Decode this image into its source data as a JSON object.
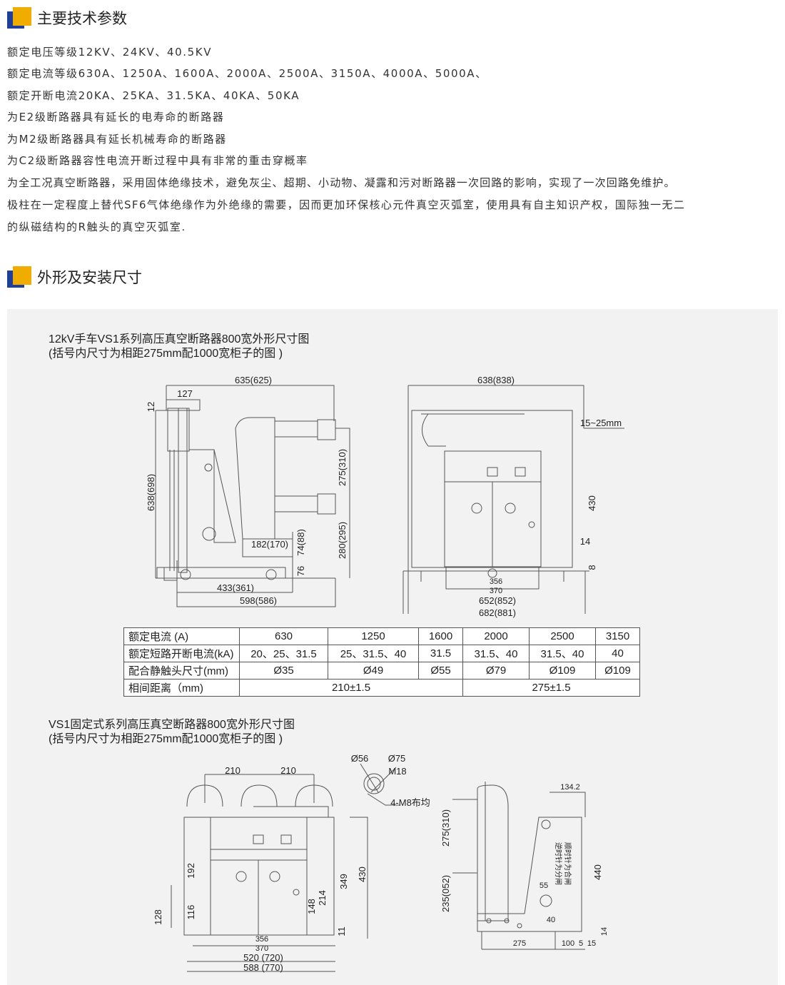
{
  "section1": {
    "title": "主要技术参数",
    "lines": [
      "额定电压等级12KV、24KV、40.5KV",
      "额定电流等级630A、1250A、1600A、2000A、2500A、3150A、4000A、5000A、",
      "额定开断电流20KA、25KA、31.5KA、40KA、50KA",
      "为E2级断路器具有延长的电寿命的断路器",
      "为M2级断路器具有延长机械寿命的断路器",
      "为C2级断路器容性电流开断过程中具有非常的重击穿概率",
      "为全工况真空断路器，采用固体绝缘技术，避免灰尘、超期、小动物、凝露和污对断路器一次回路的影响，实现了一次回路免维护。",
      "极柱在一定程度上替代SF6气体绝缘作为外绝缘的需要，因而更加环保核心元件真空灭弧室，使用具有自主知识产权，国际独一无二",
      "的纵磁结构的R触头的真空灭弧室."
    ]
  },
  "section2": {
    "title": "外形及安装尺寸"
  },
  "drawing1": {
    "caption1": "12kV手车VS1系列高压真空断路器800宽外形尺寸图",
    "caption2": "(括号内尺寸为相距275mm配1000宽柜子的图 )",
    "dims": [
      "635(625)",
      "127",
      "12",
      "638(698)",
      "275(310)",
      "280(295)",
      "182(170)",
      "74(88)",
      "76",
      "433(361)",
      "598(586)"
    ]
  },
  "drawing2": {
    "dims": [
      "638(838)",
      "15~25mm",
      "430",
      "14",
      "8",
      "356",
      "370",
      "652(852)",
      "682(881)"
    ]
  },
  "table": {
    "rows": [
      [
        "额定电流 (A)",
        "630",
        "1250",
        "1600",
        "2000",
        "2500",
        "3150"
      ],
      [
        "额定短路开断电流(kA)",
        "20、25、31.5",
        "25、31.5、40",
        "31.5",
        "31.5、40",
        "31.5、40",
        "40"
      ],
      [
        "配合静触头尺寸(mm)",
        "Ø35",
        "Ø49",
        "Ø55",
        "Ø79",
        "Ø109",
        "Ø109"
      ],
      [
        "相间距离（mm)",
        "210±1.5",
        "275±1.5"
      ]
    ]
  },
  "drawing3": {
    "caption1": "VS1固定式系列高压真空断路器800宽外形尺寸图",
    "caption2": "(括号内尺寸为相距275mm配1000宽柜子的图 )",
    "dims": [
      "210",
      "210",
      "192",
      "116",
      "128",
      "349",
      "430",
      "148",
      "214",
      "11",
      "356",
      "370",
      "520 (720)",
      "588 (770)"
    ]
  },
  "drawing4": {
    "dims": [
      "Ø56",
      "Ø75",
      "M18",
      "4-M8布均",
      "275(310)",
      "235(052)",
      "134.2",
      "440",
      "55",
      "40",
      "275",
      "100",
      "5",
      "15",
      "14"
    ],
    "label1": "顺时针为合闸",
    "label2": "逆时针为分闸"
  }
}
